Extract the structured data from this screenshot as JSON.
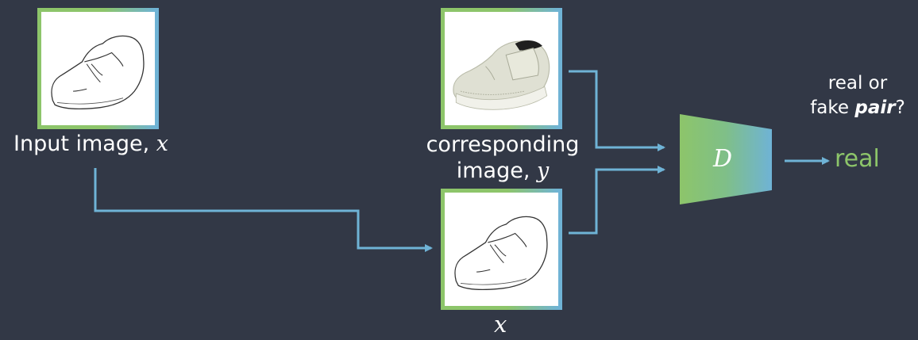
{
  "input_caption": {
    "text": "Input image, ",
    "var": "x"
  },
  "corresponding_caption": {
    "line1": "corresponding",
    "line2": "image, ",
    "var": "y"
  },
  "bottom_caption": {
    "var": "x"
  },
  "discriminator": {
    "letter": "D"
  },
  "question": {
    "line1": "real or",
    "line2_prefix": "fake ",
    "line2_emph": "pair",
    "line2_suffix": "?"
  },
  "output": {
    "label": "real"
  },
  "colors": {
    "background": "#323846",
    "green": "#8dc56a",
    "blue": "#6fb3d6",
    "arrow": "#6fb3d6"
  }
}
